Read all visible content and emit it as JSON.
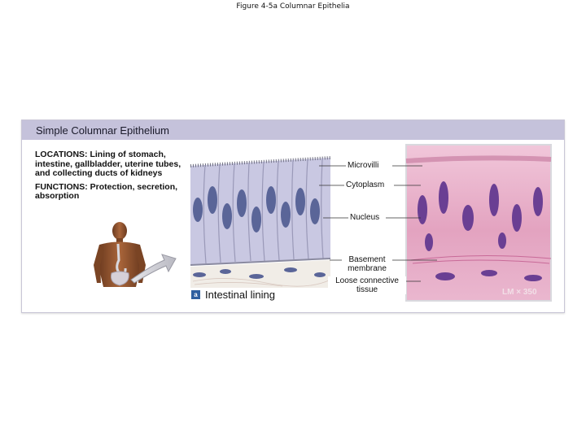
{
  "slide": {
    "title": "Figure 4-5a Columnar Epithelia"
  },
  "panel": {
    "title": "Simple Columnar Epithelium",
    "locations": "LOCATIONS: Lining of stomach, intestine, gallbladder, uterine tubes, and collecting ducts of kidneys",
    "functions": "FUNCTIONS: Protection, secretion, absorption"
  },
  "figure": {
    "letter": "a",
    "caption": "Intestinal lining",
    "magnification": "LM × 350"
  },
  "labels": {
    "microvilli": "Microvilli",
    "cytoplasm": "Cytoplasm",
    "nucleus": "Nucleus",
    "basement_membrane": "Basement membrane",
    "loose_connective_tissue": "Loose connective tissue"
  },
  "colors": {
    "header_band": "#c5c2db",
    "cell_fill": "#c9c8e2",
    "nucleus_fill": "#5a6598",
    "micrograph_pink": "#e7a9c4",
    "micrograph_nucleus": "#6a3f93"
  }
}
